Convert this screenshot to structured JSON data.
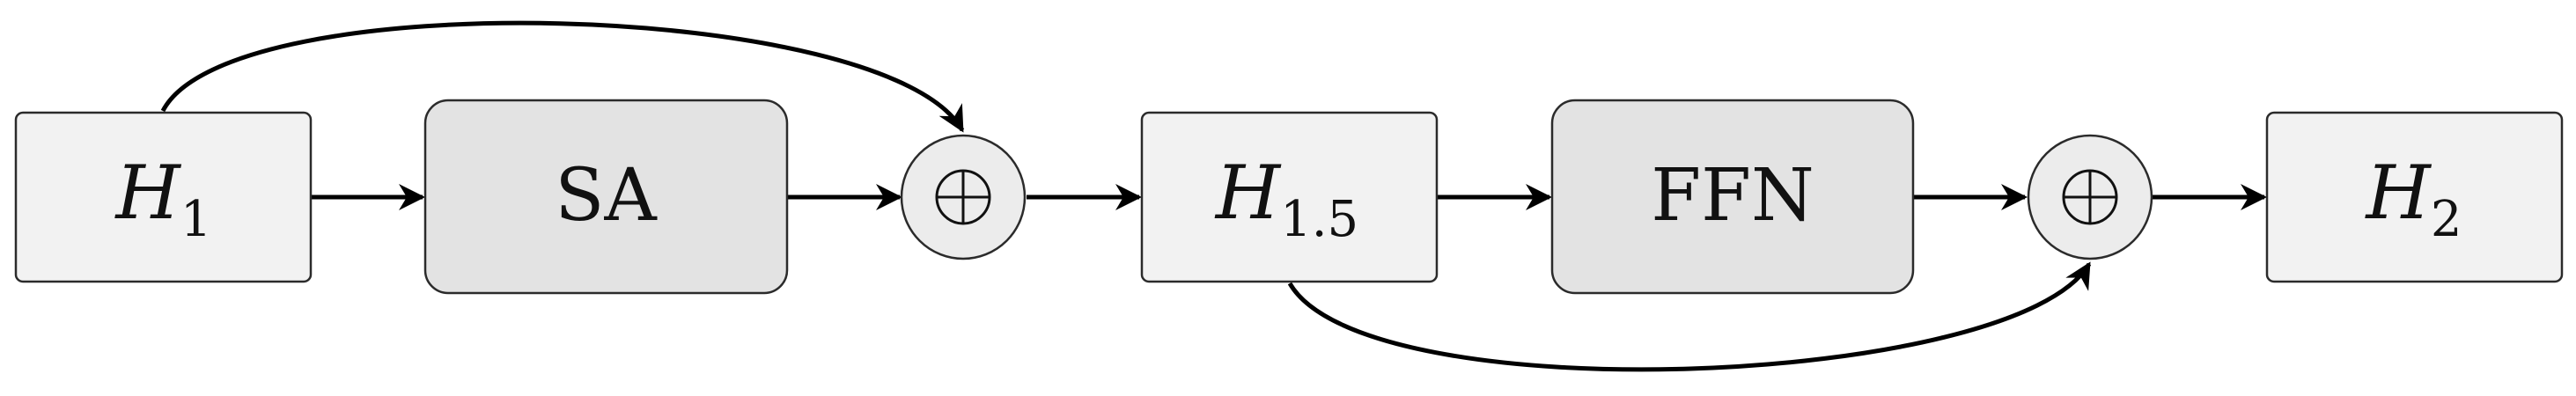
{
  "diagram": {
    "nodes": {
      "h1": {
        "symbol": "H",
        "sub": "1"
      },
      "sa": {
        "label": "SA"
      },
      "add1": {
        "op": "⊕"
      },
      "h15": {
        "symbol": "H",
        "sub": "1.5"
      },
      "ffn": {
        "label": "FFN"
      },
      "add2": {
        "op": "⊕"
      },
      "h2": {
        "symbol": "H",
        "sub": "2"
      }
    },
    "edges": [
      [
        "h1",
        "sa"
      ],
      [
        "sa",
        "add1"
      ],
      [
        "add1",
        "h15"
      ],
      [
        "h15",
        "ffn"
      ],
      [
        "ffn",
        "add2"
      ],
      [
        "add2",
        "h2"
      ]
    ],
    "skip_connections": [
      [
        "h1",
        "add1"
      ],
      [
        "h15",
        "add2"
      ]
    ]
  }
}
